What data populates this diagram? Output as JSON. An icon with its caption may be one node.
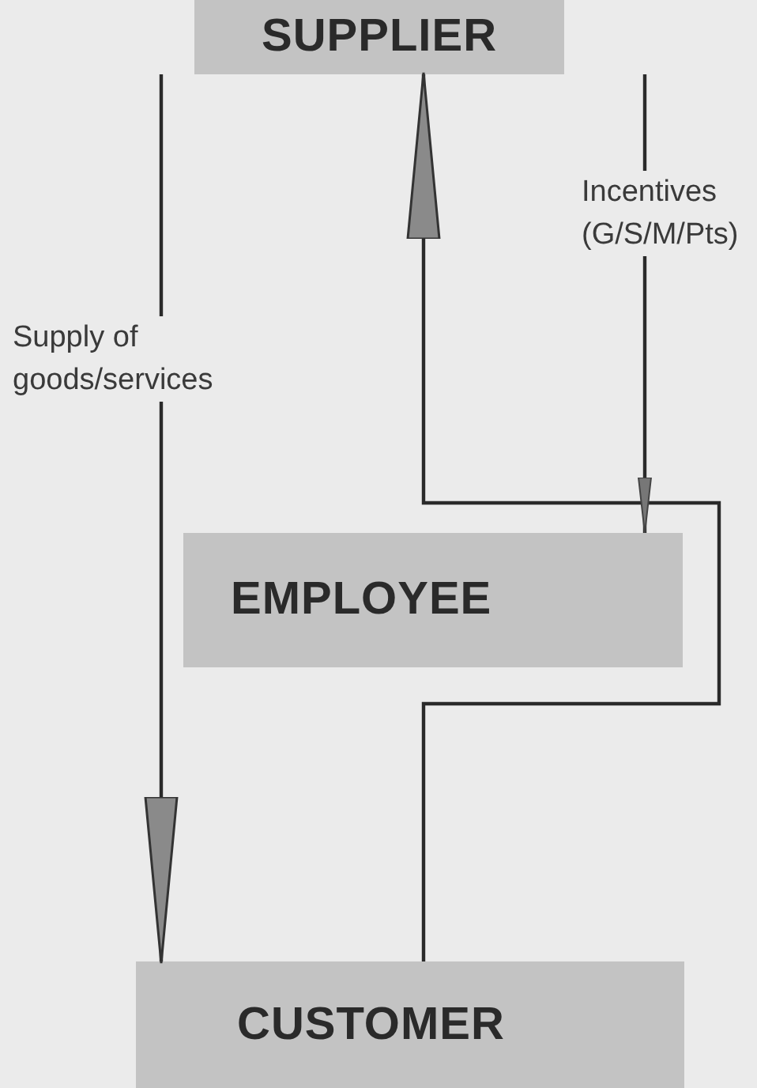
{
  "diagram": {
    "nodes": [
      {
        "text": [
          "SUPPLIER"
        ]
      },
      {
        "text": [
          "EMPLOYEE"
        ]
      },
      {
        "text": [
          "CUSTOMER"
        ]
      }
    ],
    "edges": [
      {
        "from": 0,
        "to": 2,
        "arrow": "to",
        "label": "Supply of goods/services"
      },
      {
        "from": 2,
        "to": 0,
        "arrow": "to"
      },
      {
        "from": 0,
        "to": 1,
        "arrow": "to",
        "label": "Incentives (G/S/M/Pts)"
      }
    ]
  }
}
